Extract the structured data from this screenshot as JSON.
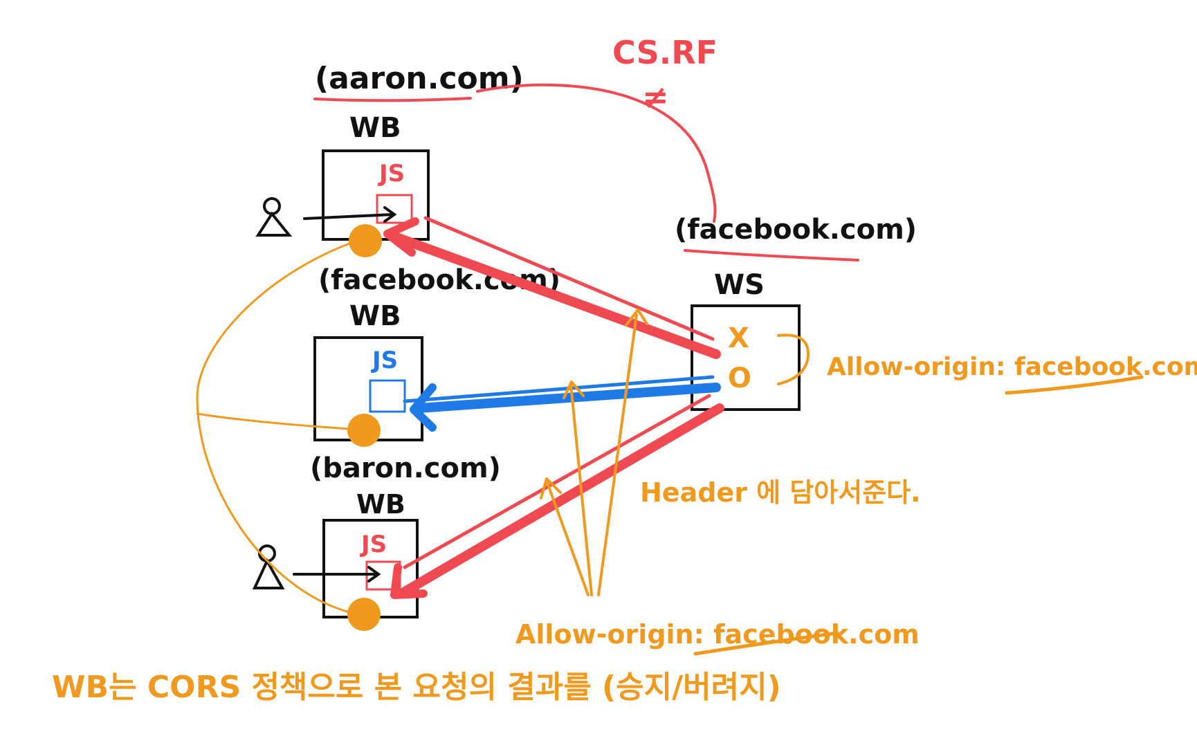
{
  "labels": {
    "top_origin": "(aaron.com)",
    "csrf": "CS.RF",
    "csrf_mark": "≠",
    "wb_top": "WB",
    "wb_mid": "WB",
    "wb_bottom": "WB",
    "js_top": "JS",
    "js_mid": "JS",
    "js_bottom": "JS",
    "mid_origin": "(facebook.com)",
    "bottom_origin": "(baron.com)",
    "server_origin": "(facebook.com)",
    "ws": "WS",
    "reject_mark": "X",
    "accept_mark": "O",
    "allow_origin_right": "Allow-origin: facebook.com",
    "header_note": "Header 에 담아서준다.",
    "allow_origin_bottom": "Allow-origin: facebook.com",
    "footer_note": "WB는 CORS 정책으로 본 요청의 결과를 (승지/버려지)"
  },
  "colors": {
    "ink": "#111111",
    "red": "#ef4a52",
    "blue": "#1f7ae6",
    "orange": "#f0991f"
  }
}
